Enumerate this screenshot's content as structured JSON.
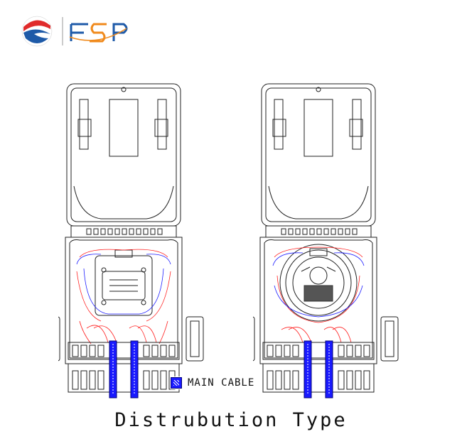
{
  "brand": {
    "logo_icon": "fsp-swoosh-logo",
    "logo_text": "FSP",
    "colors": {
      "red": "#e02b2b",
      "blue": "#1e5aa8",
      "orange": "#f08a1c"
    }
  },
  "diagrams": [
    {
      "name": "splice-tray-box"
    },
    {
      "name": "round-spool-box"
    }
  ],
  "legend": {
    "label": "MAIN CABLE",
    "color": "#1a1aff"
  },
  "caption": "Distrubution Type"
}
